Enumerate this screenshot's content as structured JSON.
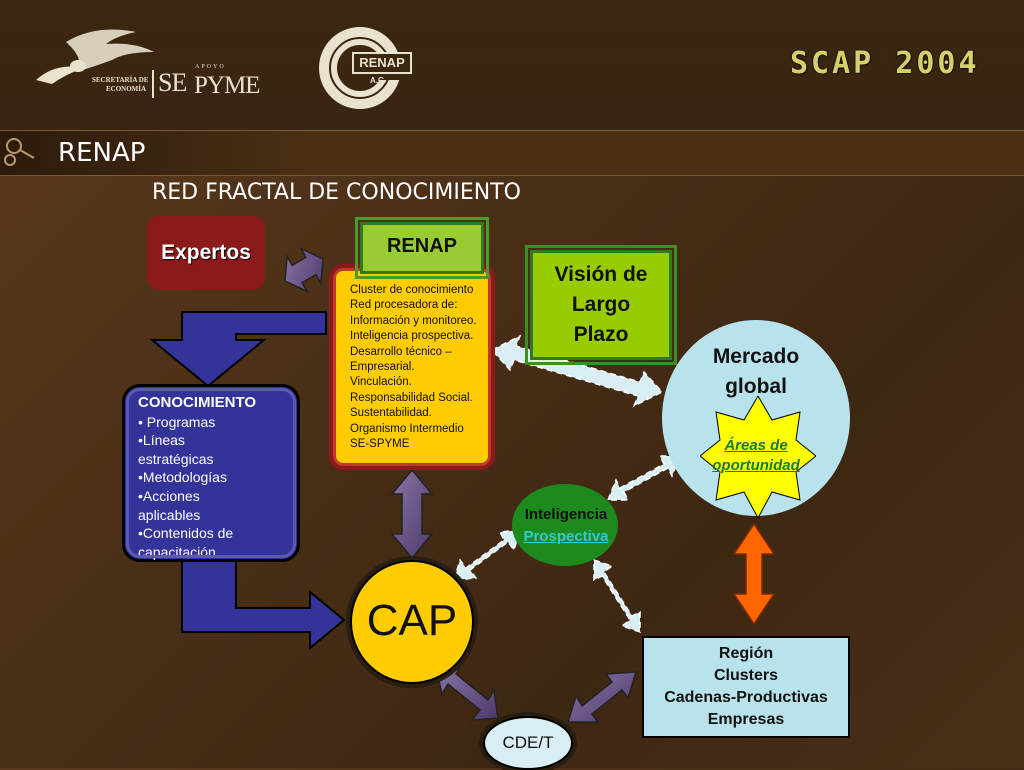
{
  "header": {
    "logos": {
      "secretaria_line1": "SECRETARÍA DE",
      "secretaria_line2": "ECONOMÍA",
      "se": "SE",
      "apoyo": "APOYO",
      "pyme": "PYME",
      "renap_logo": "RENAP",
      "renap_logo_sub": "A.C.",
      "scap": "SCAP 2004"
    },
    "title": "RENAP",
    "subtitle": "RED FRACTAL DE CONOCIMIENTO"
  },
  "diagram": {
    "expertos": "Expertos",
    "renap": "RENAP",
    "cluster_items": [
      "Cluster de conocimiento",
      "Red procesadora de:",
      "Información y monitoreo.",
      "Inteligencia prospectiva.",
      "Desarrollo técnico –",
      "Empresarial.",
      "Vinculación.",
      "Responsabilidad Social.",
      "Sustentabilidad.",
      "Organismo Intermedio",
      "SE-SPYME"
    ],
    "vision": [
      "Visión de",
      "Largo",
      "Plazo"
    ],
    "conocimiento": {
      "header": "CONOCIMIENTO",
      "items": [
        "• Programas",
        "•Líneas",
        "estratégicas",
        "•Metodologías",
        "•Acciones",
        "aplicables",
        "•Contenidos de",
        "capacitación"
      ]
    },
    "mercado": [
      "Mercado",
      "global"
    ],
    "areas": [
      "Áreas de",
      "oportunidad"
    ],
    "inteligencia": [
      "Inteligencia",
      "Prospectiva"
    ],
    "cap": "CAP",
    "cdet": "CDE/T",
    "region": [
      "Región",
      "Clusters",
      "Cadenas-Productivas",
      "Empresas"
    ]
  },
  "colors": {
    "background": "#4a2f17",
    "expertos": "#8b1a1a",
    "renap": "#99cc33",
    "cluster": "#ffcc00",
    "vision": "#99cc00",
    "conocimiento": "#333399",
    "mercado": "#b9e3ec",
    "areas_star": "#ffff00",
    "inteligencia": "#1d8a1d",
    "cap": "#ffcc00",
    "region": "#b9e3ec",
    "double_arrow": "#ff6600"
  }
}
